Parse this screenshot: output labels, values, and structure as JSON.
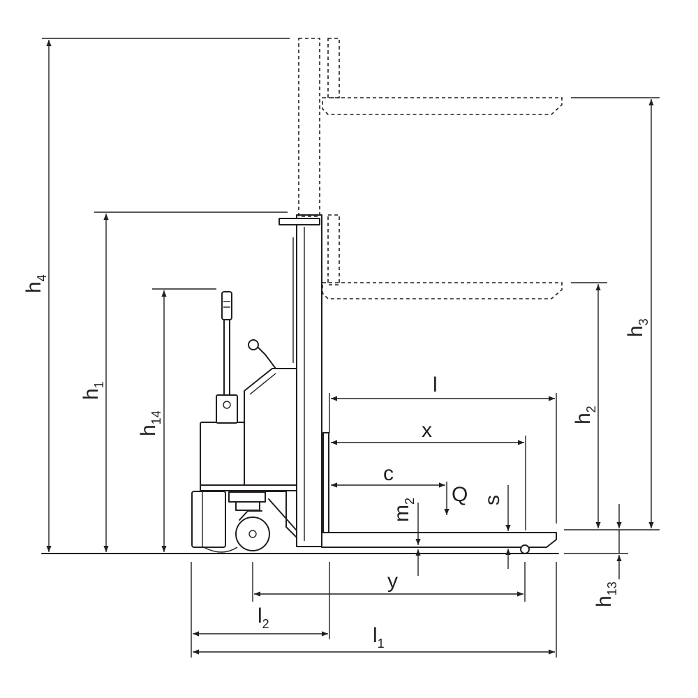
{
  "labels": {
    "h4": {
      "main": "h",
      "sub": "4"
    },
    "h1": {
      "main": "h",
      "sub": "1"
    },
    "h14": {
      "main": "h",
      "sub": "14"
    },
    "h3": {
      "main": "h",
      "sub": "3"
    },
    "h2": {
      "main": "h",
      "sub": "2"
    },
    "h13": {
      "main": "h",
      "sub": "13"
    },
    "m2": {
      "main": "m",
      "sub": "2"
    },
    "l": {
      "main": "l"
    },
    "x": {
      "main": "x"
    },
    "c": {
      "main": "c"
    },
    "Q": {
      "main": "Q"
    },
    "s": {
      "main": "s"
    },
    "y": {
      "main": "y"
    },
    "l2": {
      "main": "l",
      "sub": "2"
    },
    "l1": {
      "main": "l",
      "sub": "1"
    }
  },
  "colors": {
    "ink": "#231f20",
    "background": "#ffffff"
  }
}
